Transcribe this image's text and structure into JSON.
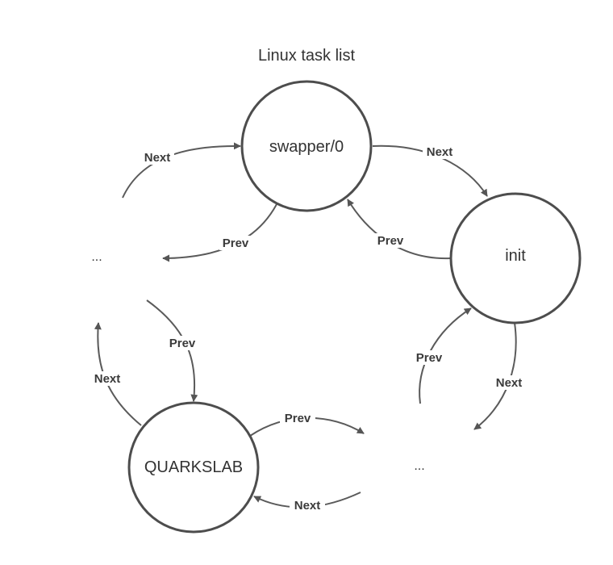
{
  "title": "Linux task list",
  "nodes": {
    "swapper": "swapper/0",
    "init": "init",
    "quarkslab": "QUARKSLAB"
  },
  "ellipsis": {
    "left": "...",
    "bottom": "..."
  },
  "edges": {
    "swapper_to_init": "Next",
    "init_to_swapper": "Prev",
    "init_to_bottom": "Next",
    "bottom_to_init": "Prev",
    "quarkslab_to_bottom": "Prev",
    "bottom_to_quarkslab": "Next",
    "quarkslab_to_left": "Next",
    "left_to_quarkslab": "Prev",
    "left_to_swapper": "Next",
    "swapper_to_left": "Prev"
  },
  "colors": {
    "stroke": "#4d4d4d",
    "text": "#333333"
  }
}
